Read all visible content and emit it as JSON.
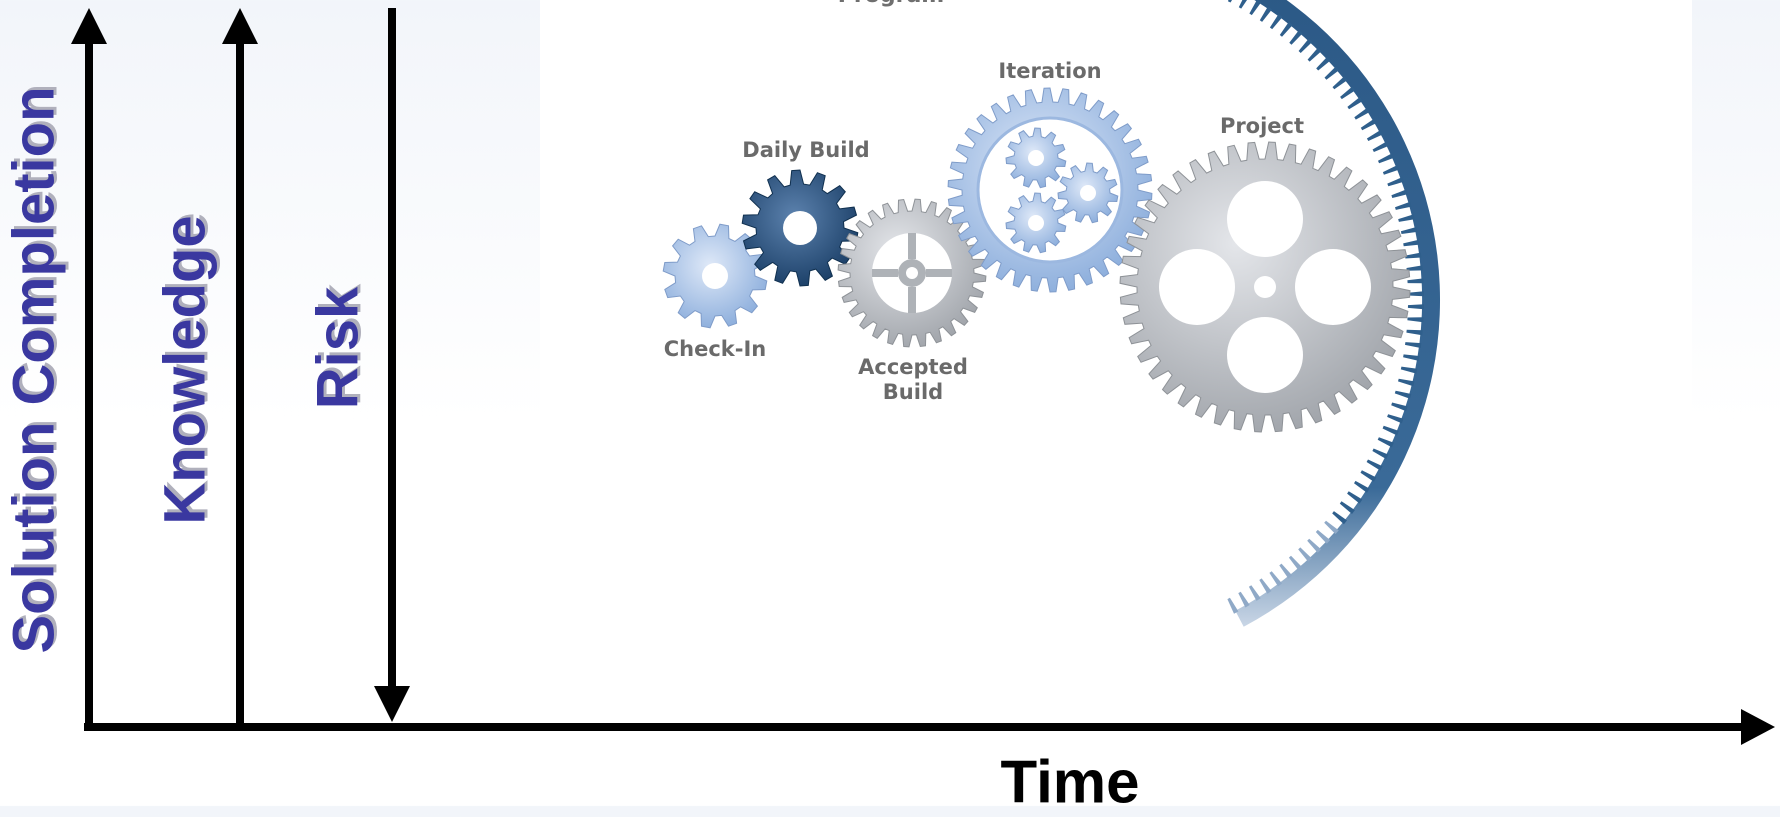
{
  "axes": {
    "y_labels": [
      "Solution Completion",
      "Knowledge",
      "Risk"
    ],
    "x_label": "Time"
  },
  "gears": {
    "program_label": "Program",
    "labels": {
      "check_in": "Check-In",
      "daily_build": "Daily Build",
      "accepted_build": "Accepted Build",
      "accepted_build_line1": "Accepted",
      "accepted_build_line2": "Build",
      "iteration": "Iteration",
      "project": "Project"
    }
  },
  "colors": {
    "axis_label": "#3a38a0",
    "axis_line": "#000000",
    "gear_light_blue": "#9cb8e0",
    "gear_dark_blue": "#1e4a74",
    "gear_grey": "#b4b7bc",
    "program_ring": "#2f5f8c"
  }
}
